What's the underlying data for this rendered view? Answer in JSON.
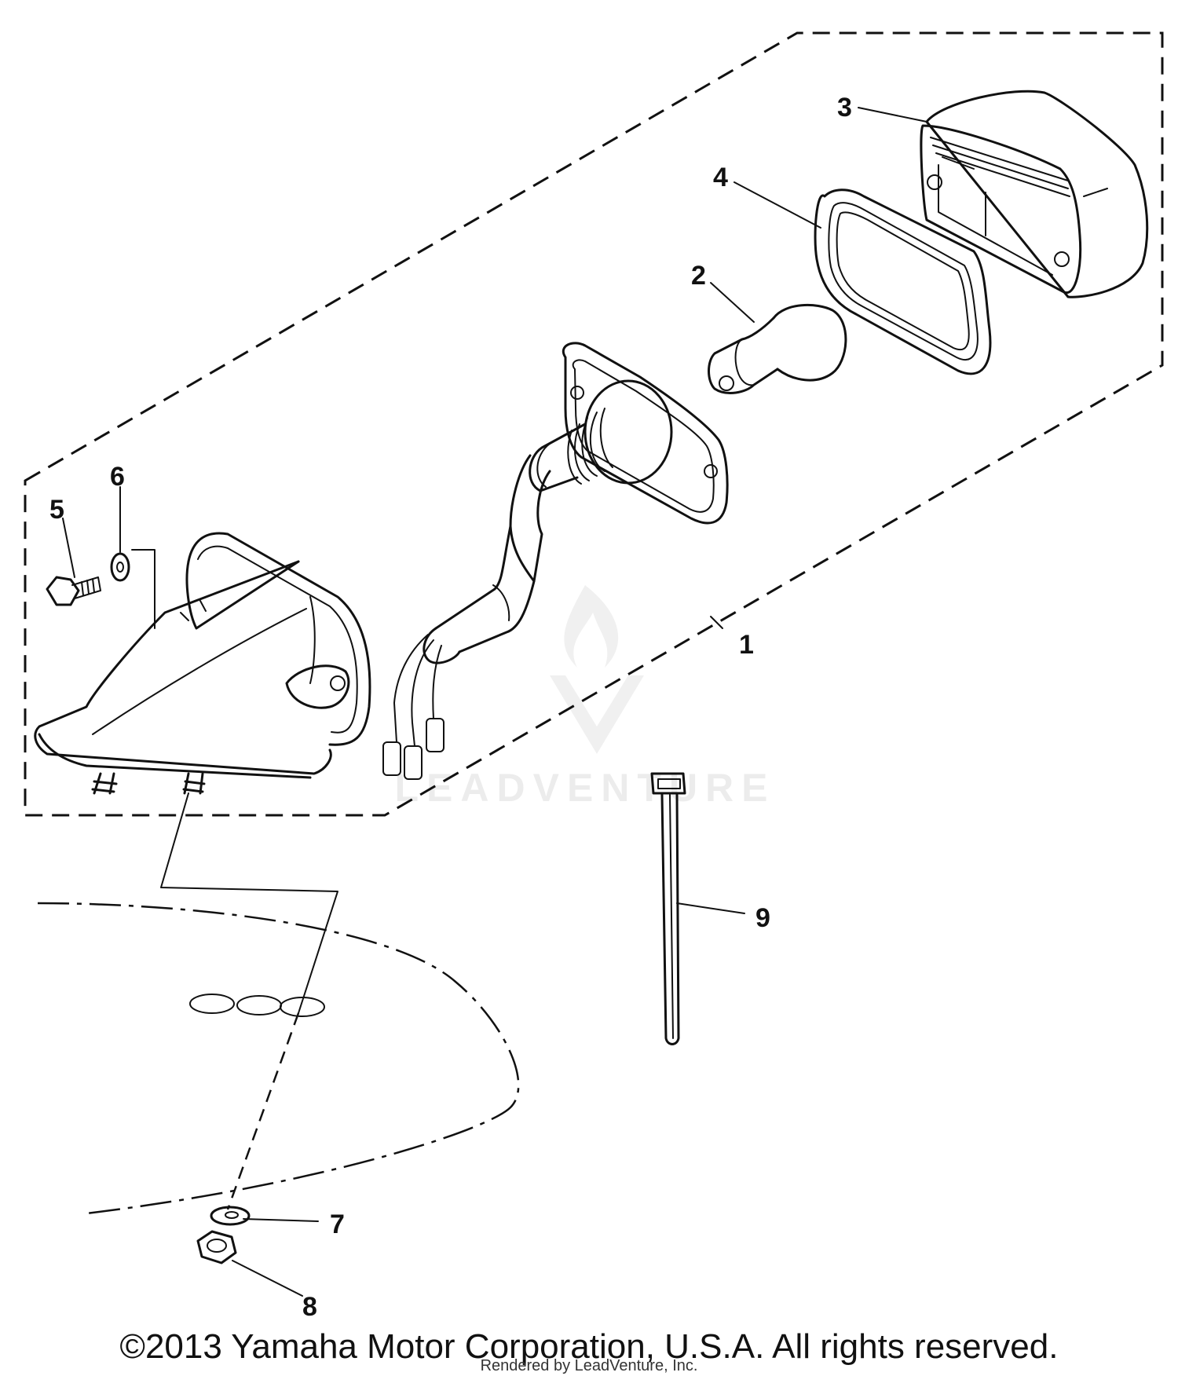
{
  "diagram": {
    "callouts": [
      {
        "id": "1",
        "label": "1"
      },
      {
        "id": "2",
        "label": "2"
      },
      {
        "id": "3",
        "label": "3"
      },
      {
        "id": "4",
        "label": "4"
      },
      {
        "id": "5",
        "label": "5"
      },
      {
        "id": "6",
        "label": "6"
      },
      {
        "id": "7",
        "label": "7"
      },
      {
        "id": "8",
        "label": "8"
      },
      {
        "id": "9",
        "label": "9"
      }
    ],
    "watermark": "LEADVENTURE"
  },
  "footer": {
    "copyright": "©2013 Yamaha Motor Corporation, U.S.A. All rights reserved.",
    "rendered_by": "Rendered by LeadVenture, Inc."
  }
}
